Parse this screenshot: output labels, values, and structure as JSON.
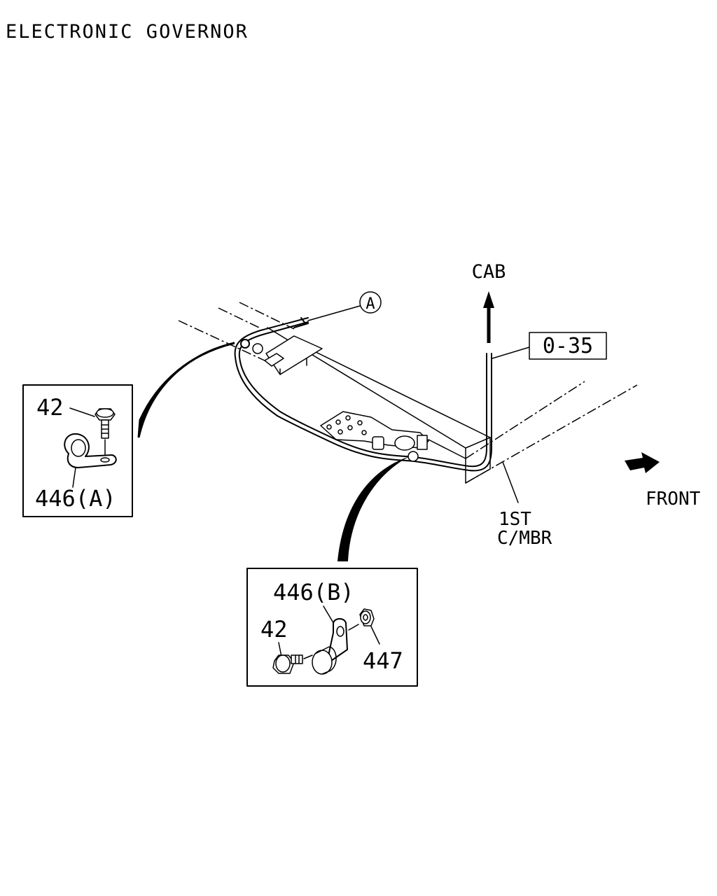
{
  "title": "ELECTRONIC GOVERNOR",
  "labels": {
    "cab": "CAB",
    "ref_box": "0-35",
    "circle_ref": "A",
    "front": "FRONT",
    "member_line1": "1ST",
    "member_line2": "C/MBR"
  },
  "detail_a": {
    "bolt": "42",
    "clip": "446(A)"
  },
  "detail_b": {
    "clip": "446(B)",
    "bolt": "42",
    "nut": "447"
  },
  "icons": {
    "direction_arrow": "front-arrow-icon",
    "up_arrow": "cab-arrow-icon"
  }
}
